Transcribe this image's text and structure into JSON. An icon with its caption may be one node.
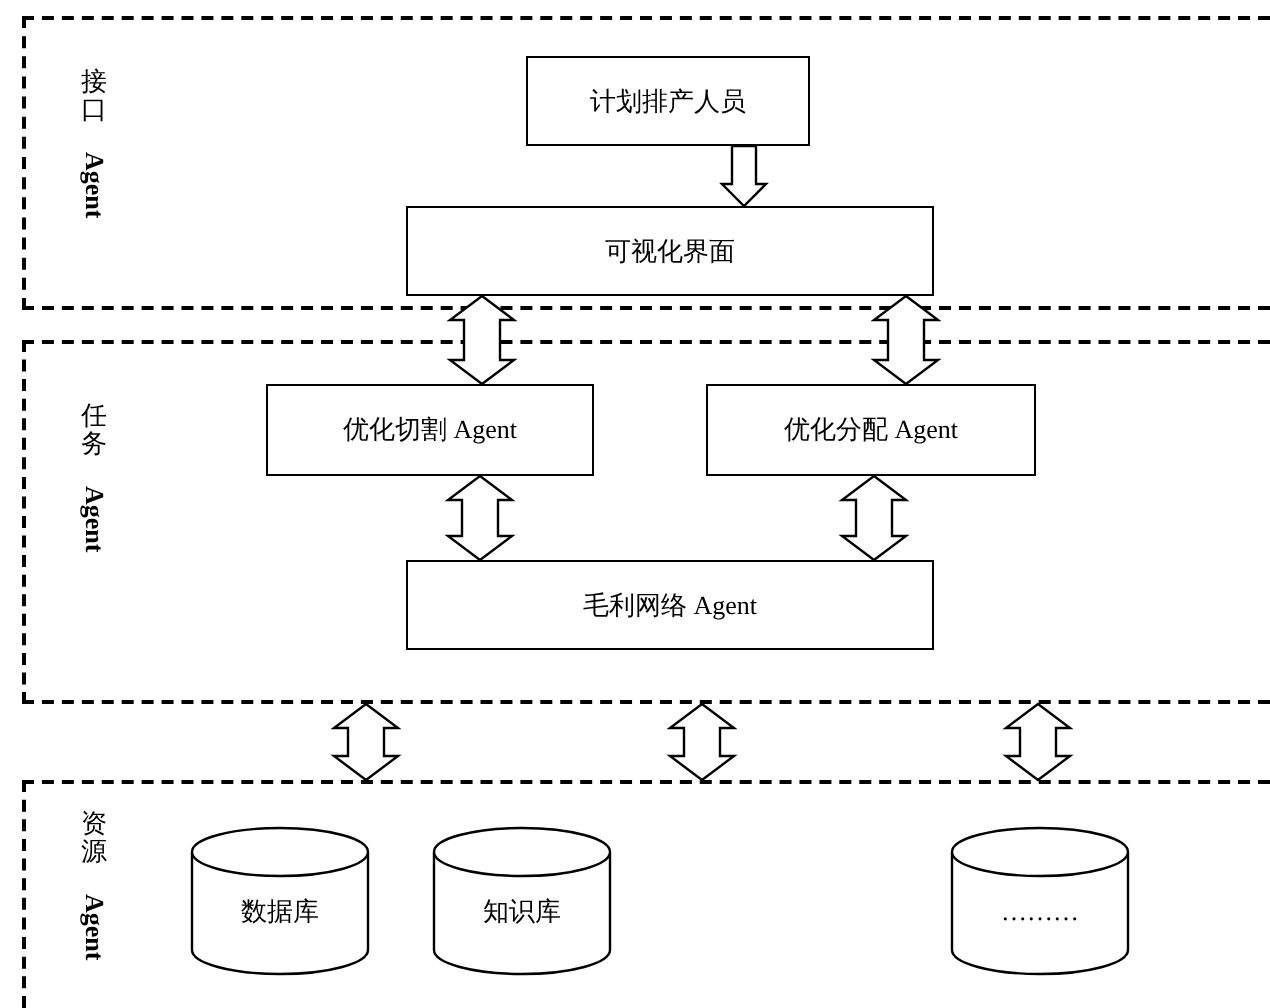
{
  "diagram": {
    "nodes": [
      {
        "text": [
          "接口",
          "Agent"
        ]
      },
      {
        "text": [
          "计划排产人员"
        ],
        "in": 0
      },
      {
        "text": [
          "可视化界面"
        ],
        "in": 0
      },
      {
        "text": [
          "任务",
          "Agent"
        ]
      },
      {
        "text": [
          "优化切割 Agent"
        ],
        "in": 3
      },
      {
        "text": [
          "优化分配 Agent"
        ],
        "in": 3
      },
      {
        "text": [
          "毛利网络 Agent"
        ],
        "in": 3
      },
      {
        "text": [
          "资源",
          "Agent"
        ]
      },
      {
        "text": [
          "数据库"
        ],
        "in": 7
      },
      {
        "text": [
          "知识库"
        ],
        "in": 7
      },
      {
        "text": [
          "………"
        ],
        "in": 7
      }
    ],
    "edges": [
      {
        "from": 1,
        "to": 2,
        "arrow": "to"
      },
      {
        "from": 2,
        "to": 4,
        "arrow": "both"
      },
      {
        "from": 2,
        "to": 5,
        "arrow": "both"
      },
      {
        "from": 4,
        "to": 6,
        "arrow": "both"
      },
      {
        "from": 5,
        "to": 6,
        "arrow": "both"
      },
      {
        "from": 3,
        "to": 7,
        "arrow": "both"
      },
      {
        "from": 3,
        "to": 7,
        "arrow": "both"
      },
      {
        "from": 3,
        "to": 7,
        "arrow": "both"
      }
    ]
  }
}
